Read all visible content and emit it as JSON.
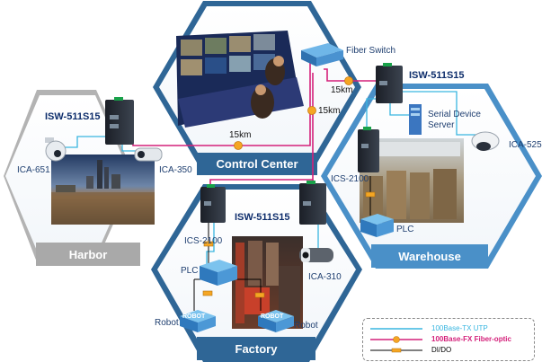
{
  "zones": {
    "control_center": "Control Center",
    "harbor": "Harbor",
    "warehouse": "Warehouse",
    "factory": "Factory"
  },
  "devices": {
    "fiber_switch": "Fiber Switch",
    "isw_harbor": "ISW-511S15",
    "isw_warehouse": "ISW-511S15",
    "isw_factory": "ISW-511S15",
    "serial_server": "Serial Device\nServer",
    "ics_warehouse": "ICS-2100",
    "ics_factory": "ICS-2100",
    "plc_warehouse": "PLC",
    "plc_factory": "PLC",
    "robot_left": "Robot",
    "robot_right": "Robot",
    "robot_tag": "ROBOT",
    "ica_651": "ICA-651",
    "ica_350": "ICA-350",
    "ica_525": "ICA-525",
    "ica_310": "ICA-310"
  },
  "links": {
    "km_warehouse": "15km",
    "km_factory": "15km",
    "km_harbor": "15km"
  },
  "legend": {
    "utp": "100Base-TX UTP",
    "fiber": "100Base-FX Fiber-optic",
    "dio": "DI/DO"
  },
  "colors": {
    "utp": "#39b6e0",
    "fiber": "#d4207a",
    "dio": "#000000",
    "zone_dark": "#2f6696",
    "zone_gray": "#a9a9a9",
    "zone_blue": "#4a90c8"
  }
}
